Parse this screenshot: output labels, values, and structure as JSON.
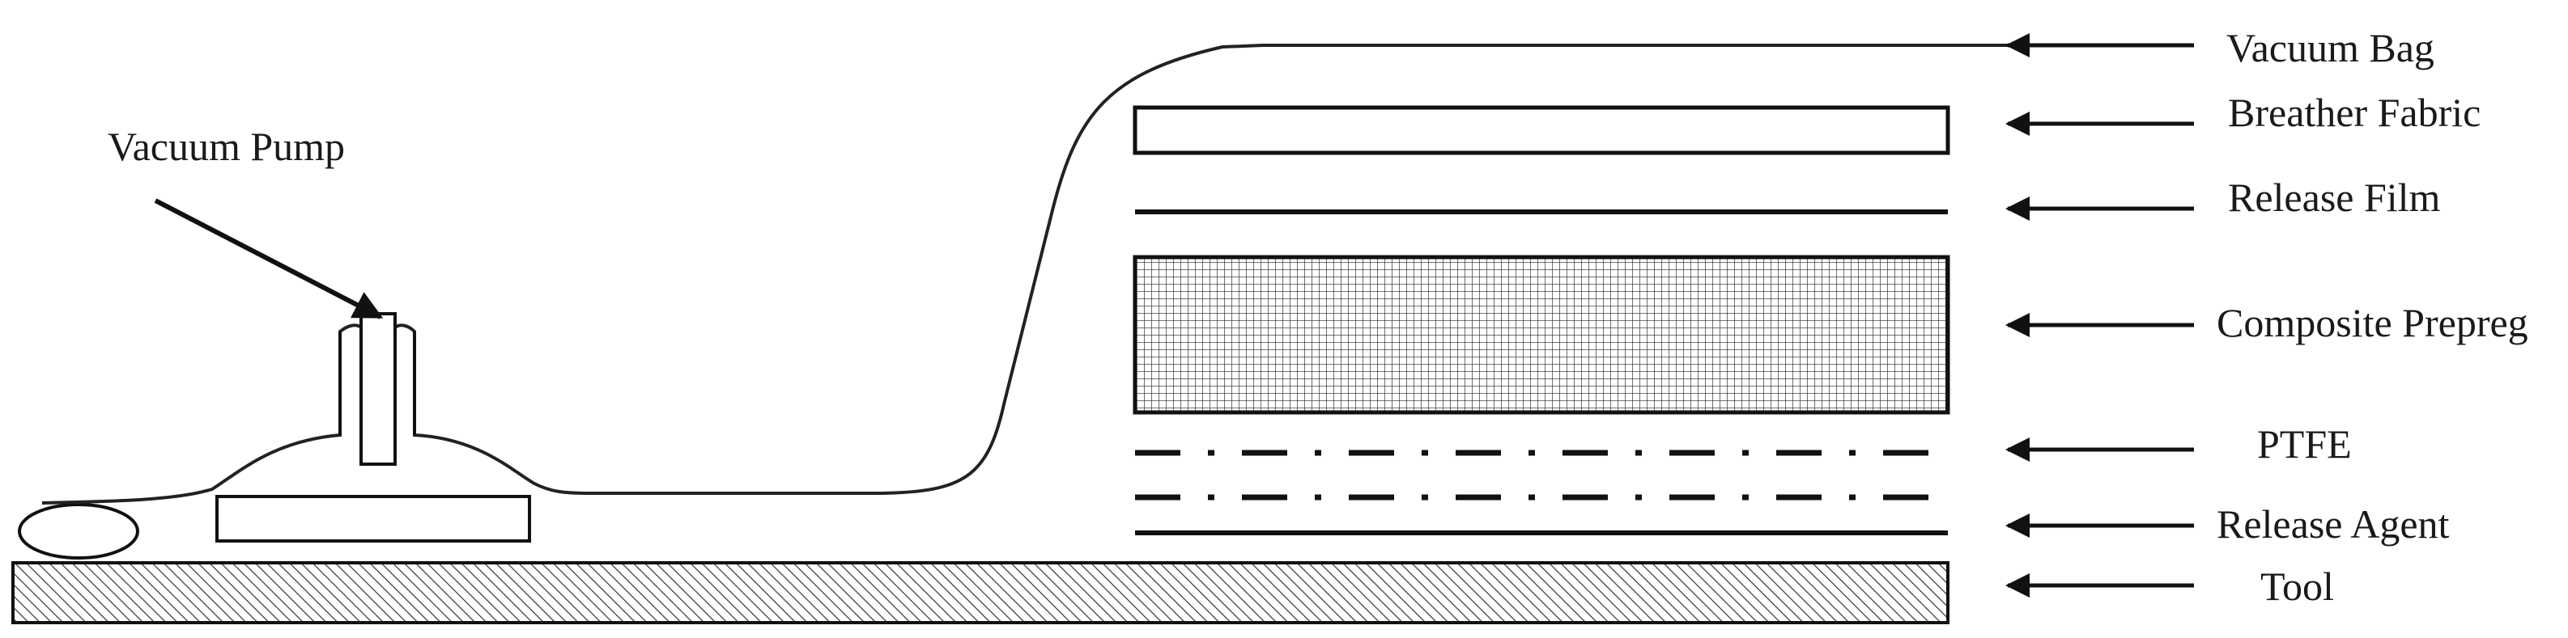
{
  "diagram": {
    "pump_label": "Vacuum Pump",
    "layers": [
      {
        "id": "vacuum-bag",
        "label": "Vacuum Bag"
      },
      {
        "id": "breather-fabric",
        "label": "Breather Fabric"
      },
      {
        "id": "release-film",
        "label": "Release Film"
      },
      {
        "id": "composite-prepreg",
        "label": "Composite Prepreg"
      },
      {
        "id": "ptfe",
        "label": "PTFE"
      },
      {
        "id": "release-agent",
        "label": "Release Agent"
      },
      {
        "id": "tool",
        "label": "Tool"
      }
    ]
  }
}
